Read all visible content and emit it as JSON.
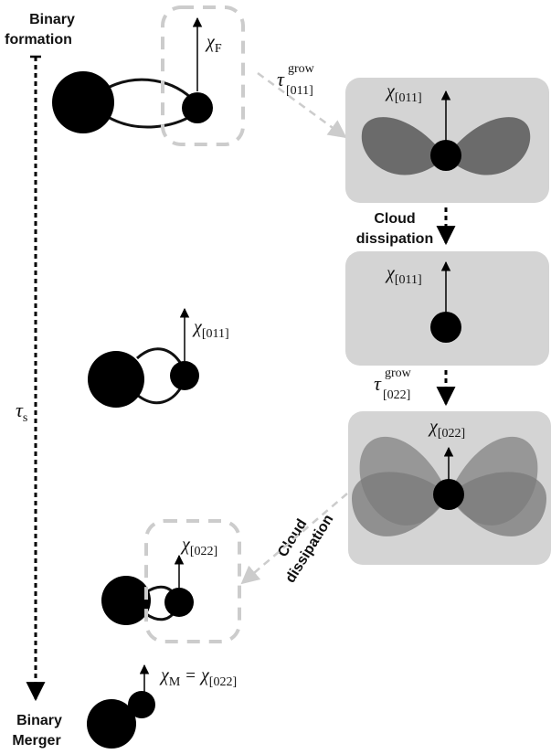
{
  "labels": {
    "binary_formation_line1": "Binary",
    "binary_formation_line2": "formation",
    "binary_merger_line1": "Binary",
    "binary_merger_line2": "Merger",
    "tau_s": "τ",
    "tau_s_sub": "s",
    "cloud_dissipation_1_line1": "Cloud",
    "cloud_dissipation_1_line2": "dissipation",
    "cloud_dissipation_2_line1": "Cloud",
    "cloud_dissipation_2_line2": "dissipation"
  },
  "math": {
    "chi": "χ",
    "F": "F",
    "M": "M",
    "sub_011": "[011]",
    "sub_022": "[022]",
    "tau": "τ",
    "grow": "grow",
    "equals": "="
  },
  "colors": {
    "black": "#000000",
    "panel_gray": "#d4d4d4",
    "lobe_dark": "#6b6b6b",
    "lobe_light": "#8c8c8c",
    "dashed_gray": "#cccccc"
  }
}
